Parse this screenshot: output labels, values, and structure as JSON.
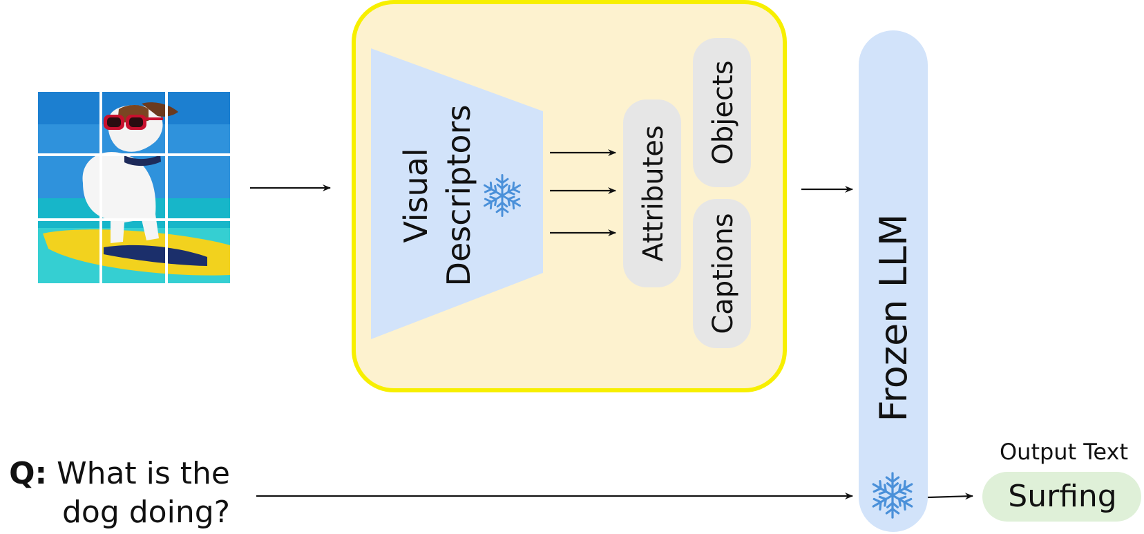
{
  "module": {
    "visual_descriptors": {
      "line1": "Visual",
      "line2": "Descriptors"
    },
    "outputs": [
      "Attributes",
      "Objects",
      "Captions"
    ]
  },
  "llm": {
    "label": "Frozen LLM"
  },
  "question": {
    "prefix": "Q:",
    "line1": "What is the",
    "line2": "dog doing?"
  },
  "output": {
    "heading": "Output Text",
    "answer": "Surfing"
  },
  "icons": {
    "frozen": "snowflake-icon",
    "input_image": "dog-on-surfboard-image"
  },
  "colors": {
    "module_fill": "#fdf2cf",
    "module_border": "#f7ef00",
    "blue_fill": "#d2e3fa",
    "pill_fill": "#e6e6e6",
    "answer_fill": "#dff0d8",
    "snowflake": "#4a90d9"
  }
}
